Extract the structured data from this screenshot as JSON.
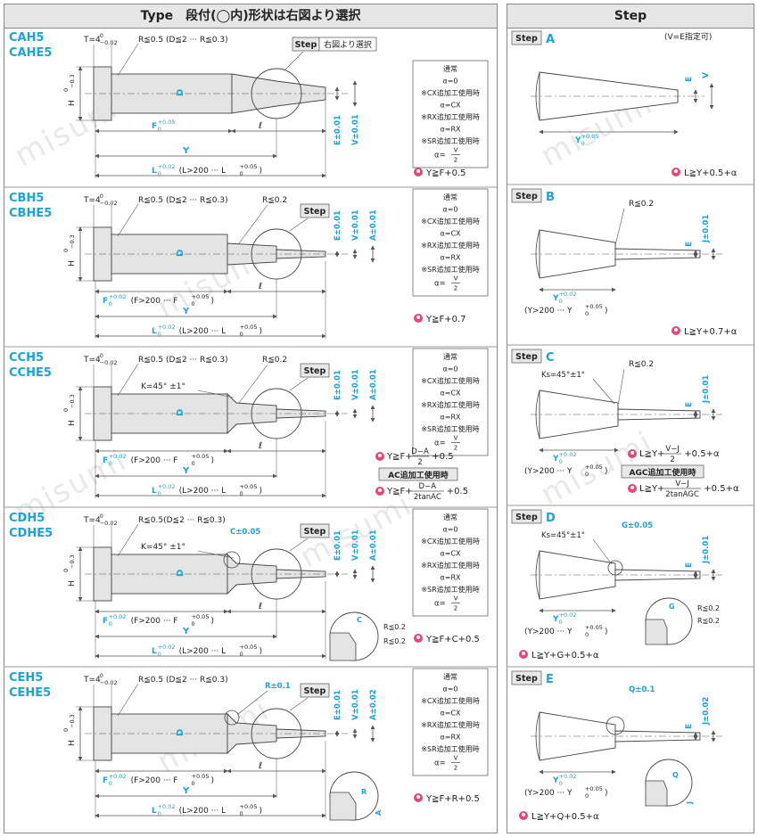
{
  "header": {
    "type_title": "Type　段付(◯内)形状は右図より選択",
    "step_title": "Step",
    "step_note": "(V=E指定可)"
  },
  "rows": [
    {
      "codes": [
        "CAH5",
        "CAHE5"
      ],
      "t": "T=4",
      "t_tol_hi": "0",
      "t_tol_lo": "−0.02",
      "r": "R≦0.5 (D≦2 ··· R≦0.3)",
      "h": "H",
      "h_tol_hi": "0",
      "h_tol_lo": "−0.3",
      "d": "D",
      "f": "F",
      "f_tol_hi": "+0.05",
      "f_tol_lo": "0",
      "l_small": "ℓ",
      "y": "Y",
      "l": "L",
      "l_tol_hi": "+0.02",
      "l_tol_lo": "0",
      "l_note": "(L>200 ··· L",
      "l_note_hi": "+0.05",
      "l_note_lo": "0",
      "l_close": ")",
      "step_label": "Step",
      "step_tag": "右図より選択",
      "e": "E±0.01",
      "v": "V±0.01",
      "cond": [
        "通常",
        "α=0",
        "※CX追加工使用時",
        "α=CX",
        "※RX追加工使用時",
        "α=RX",
        "※SR追加工使用時"
      ],
      "cond_frac_lhs": "α=",
      "cond_frac_num": "V",
      "cond_frac_den": "2",
      "formula": "Y≧F+0.5"
    },
    {
      "codes": [
        "CBH5",
        "CBHE5"
      ],
      "t": "T=4",
      "t_tol_hi": "0",
      "t_tol_lo": "−0.02",
      "r": "R≦0.5 (D≦2 ··· R≦0.3)",
      "r2": "R≦0.2",
      "h": "H",
      "h_tol_hi": "0",
      "h_tol_lo": "−0.3",
      "d": "D",
      "f": "F",
      "f_tol_hi": "+0.02",
      "f_tol_lo": "0",
      "f_note": "(F>200 ··· F",
      "f_note_hi": "+0.05",
      "f_note_lo": "0",
      "f_close": ")",
      "l_small": "ℓ",
      "y": "Y",
      "l": "L",
      "l_tol_hi": "+0.02",
      "l_tol_lo": "0",
      "l_note": "(L>200 ··· L",
      "l_note_hi": "+0.05",
      "l_note_lo": "0",
      "l_close": ")",
      "step_label": "Step",
      "e": "E±0.01",
      "v": "V±0.01",
      "a": "A±0.01",
      "cond": [
        "通常",
        "α=0",
        "※CX追加工使用時",
        "α=CX",
        "※RX追加工使用時",
        "α=RX",
        "※SR追加工使用時"
      ],
      "cond_frac_lhs": "α=",
      "cond_frac_num": "V",
      "cond_frac_den": "2",
      "formula": "Y≧F+0.7"
    },
    {
      "codes": [
        "CCH5",
        "CCHE5"
      ],
      "t": "T=4",
      "t_tol_hi": "0",
      "t_tol_lo": "−0.02",
      "r": "R≦0.5 (D≦2 ··· R≦0.3)",
      "r2": "R≦0.2",
      "k": "K=45° ±1°",
      "h": "H",
      "h_tol_hi": "0",
      "h_tol_lo": "−0.3",
      "d": "D",
      "f": "F",
      "f_tol_hi": "+0.02",
      "f_tol_lo": "0",
      "f_note": "(F>200 ··· F",
      "f_note_hi": "+0.05",
      "f_note_lo": "0",
      "f_close": ")",
      "l_small": "ℓ",
      "y": "Y",
      "l": "L",
      "l_tol_hi": "+0.02",
      "l_tol_lo": "0",
      "l_note": "(L>200 ··· L",
      "l_note_hi": "+0.05",
      "l_note_lo": "0",
      "l_close": ")",
      "step_label": "Step",
      "e": "E±0.01",
      "v": "V±0.01",
      "a": "A±0.01",
      "cond": [
        "通常",
        "α=0",
        "※CX追加工使用時",
        "α=CX",
        "※RX追加工使用時",
        "α=RX",
        "※SR追加工使用時"
      ],
      "cond_frac_lhs": "α=",
      "cond_frac_num": "V",
      "cond_frac_den": "2",
      "formula1_lhs": "Y≧F+",
      "formula1_num": "D−A",
      "formula1_den": "2",
      "formula1_rhs": "+0.5",
      "ac_label": "AC追加工使用時",
      "formula2_lhs": "Y≧F+",
      "formula2_num": "D−A",
      "formula2_den": "2tanAC",
      "formula2_rhs": "+0.5"
    },
    {
      "codes": [
        "CDH5",
        "CDHE5"
      ],
      "t": "T=4",
      "t_tol_hi": "0",
      "t_tol_lo": "−0.02",
      "r": "R≦0.5(D≦2 ··· R≦0.3)",
      "c": "C±0.05",
      "k": "K=45° ±1°",
      "h": "H",
      "h_tol_hi": "0",
      "h_tol_lo": "−0.3",
      "d": "D",
      "f": "F",
      "f_tol_hi": "+0.02",
      "f_tol_lo": "0",
      "f_note": "(F>200 ··· F",
      "f_note_hi": "+0.05",
      "f_note_lo": "0",
      "f_close": ")",
      "l_small": "ℓ",
      "y": "Y",
      "l": "L",
      "l_tol_hi": "+0.02",
      "l_tol_lo": "0",
      "l_note": "(L>200 ··· L",
      "l_note_hi": "+0.05",
      "l_note_lo": "0",
      "l_close": ")",
      "step_label": "Step",
      "e": "E±0.01",
      "v": "V±0.01",
      "a": "A±0.01",
      "detail_c": "C",
      "detail_r1": "R≦0.2",
      "detail_r2": "R≦0.2",
      "cond": [
        "通常",
        "α=0",
        "※CX追加工使用時",
        "α=CX",
        "※RX追加工使用時",
        "α=RX",
        "※SR追加工使用時"
      ],
      "cond_frac_lhs": "α=",
      "cond_frac_num": "V",
      "cond_frac_den": "2",
      "formula": "Y≧F+C+0.5"
    },
    {
      "codes": [
        "CEH5",
        "CEHE5"
      ],
      "t": "T=4",
      "t_tol_hi": "0",
      "t_tol_lo": "−0.02",
      "r": "R≦0.5 (D≦2 ··· R≦0.3)",
      "r3": "R±0.1",
      "h": "H",
      "h_tol_hi": "0",
      "h_tol_lo": "−0.3",
      "d": "D",
      "f": "F",
      "f_tol_hi": "+0.02",
      "f_tol_lo": "0",
      "f_note": "(F>200 ··· F",
      "f_note_hi": "+0.05",
      "f_note_lo": "0",
      "f_close": ")",
      "l_small": "ℓ",
      "y": "Y",
      "l": "L",
      "l_tol_hi": "+0.02",
      "l_tol_lo": "0",
      "l_note": "(L>200 ··· L",
      "l_note_hi": "+0.05",
      "l_note_lo": "0",
      "l_close": ")",
      "step_label": "Step",
      "e": "E±0.01",
      "v": "V±0.01",
      "a": "A±0.02",
      "detail_r": "R",
      "detail_a": "A",
      "cond": [
        "通常",
        "α=0",
        "※CX追加工使用時",
        "α=CX",
        "※RX追加工使用時",
        "α=RX",
        "※SR追加工使用時"
      ],
      "cond_frac_lhs": "α=",
      "cond_frac_num": "V",
      "cond_frac_den": "2",
      "formula": "Y≧F+R+0.5"
    }
  ],
  "steps": [
    {
      "tag": "Step",
      "letter": "A",
      "e": "E",
      "v": "V",
      "y": "Y",
      "y_tol_hi": "+0.05",
      "y_tol_lo": "0",
      "formula": "L≧Y+0.5+α"
    },
    {
      "tag": "Step",
      "letter": "B",
      "r": "R≦0.2",
      "e": "E",
      "j": "J±0.01",
      "y": "Y",
      "y_tol_hi": "+0.02",
      "y_tol_lo": "0",
      "y_note": "(Y>200 ··· Y",
      "y_note_hi": "+0.05",
      "y_note_lo": "0",
      "y_close": ")",
      "formula": "L≧Y+0.7+α"
    },
    {
      "tag": "Step",
      "letter": "C",
      "ks": "Ks=45°±1°",
      "r": "R≦0.2",
      "e": "E",
      "j": "J±0.01",
      "y": "Y",
      "y_tol_hi": "+0.02",
      "y_tol_lo": "0",
      "y_note": "(Y>200 ··· Y",
      "y_note_hi": "+0.05",
      "y_note_lo": "0",
      "y_close": ")",
      "f1_lhs": "L≧Y+",
      "f1_num": "V−J",
      "f1_den": "2",
      "f1_rhs": "+0.5+α",
      "agc": "AGC追加工使用時",
      "f2_lhs": "L≧Y+",
      "f2_num": "V−J",
      "f2_den": "2tanAGC",
      "f2_rhs": "+0.5+α"
    },
    {
      "tag": "Step",
      "letter": "D",
      "g": "G±0.05",
      "ks": "Ks=45°±1°",
      "e": "E",
      "j": "J±0.01",
      "y": "Y",
      "y_tol_hi": "+0.02",
      "y_tol_lo": "0",
      "y_note": "(Y>200 ··· Y",
      "y_note_hi": "+0.05",
      "y_note_lo": "0",
      "y_close": ")",
      "detail_g": "G",
      "detail_r1": "R≦0.2",
      "detail_r2": "R≦0.2",
      "formula": "L≧Y+G+0.5+α"
    },
    {
      "tag": "Step",
      "letter": "E",
      "q": "Q±0.1",
      "e": "E",
      "j": "J±0.02",
      "y": "Y",
      "y_tol_hi": "+0.02",
      "y_tol_lo": "0",
      "y_note": "(Y>200 ··· Y",
      "y_note_hi": "+0.05",
      "y_note_lo": "0",
      "y_close": ")",
      "detail_q": "Q",
      "detail_j": "J",
      "formula": "L≧Y+Q+0.5+α"
    }
  ],
  "watermark": "misumi",
  "colors": {
    "accent": "#1aa3d8",
    "formula_icon": "#e8457a",
    "part_fill": "#e4e4e4",
    "line": "#555555"
  }
}
